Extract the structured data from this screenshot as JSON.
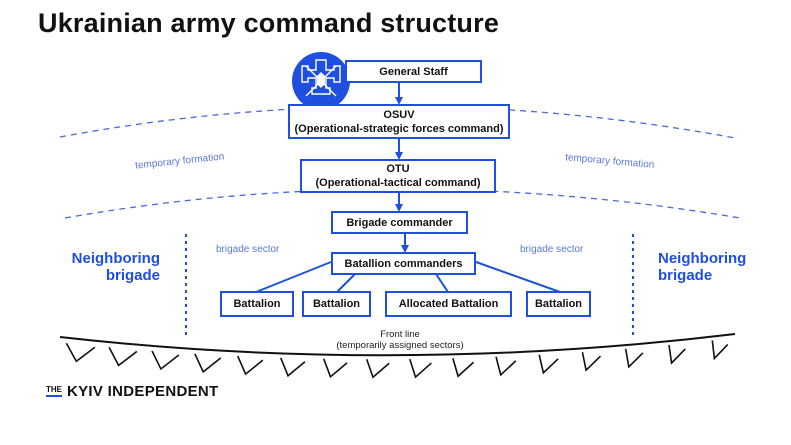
{
  "title": "Ukrainian army command structure",
  "emblem": {
    "icon": "general-staff-emblem-icon",
    "color": "#1f4fe0"
  },
  "nodes": {
    "general_staff": {
      "label": "General Staff"
    },
    "osuv": {
      "label": "OSUV",
      "sublabel": "(Operational-strategic forces command)"
    },
    "otu": {
      "label": "OTU",
      "sublabel": "(Operational-tactical command)"
    },
    "brigade_commander": {
      "label": "Brigade commander"
    },
    "battalion_commanders": {
      "label": "Batallion commanders"
    },
    "battalions": [
      {
        "label": "Battalion"
      },
      {
        "label": "Battalion"
      },
      {
        "label": "Allocated Battalion"
      },
      {
        "label": "Battalion"
      }
    ]
  },
  "zones": {
    "temporary_formation_left": "temporary formation",
    "temporary_formation_right": "temporary formation",
    "brigade_sector_left": "brigade sector",
    "brigade_sector_right": "brigade sector",
    "neighboring_left": {
      "line1": "Neighboring",
      "line2": "brigade"
    },
    "neighboring_right": {
      "line1": "Neighboring",
      "line2": "brigade"
    }
  },
  "front_line": {
    "line1": "Front line",
    "line2": "(temporarily assigned sectors)"
  },
  "logo": {
    "prefix": "THE",
    "name": "KYIV INDEPENDENT"
  },
  "colors": {
    "accent": "#1f4fe0",
    "light_accent": "#5a78e0",
    "text": "#111111"
  }
}
